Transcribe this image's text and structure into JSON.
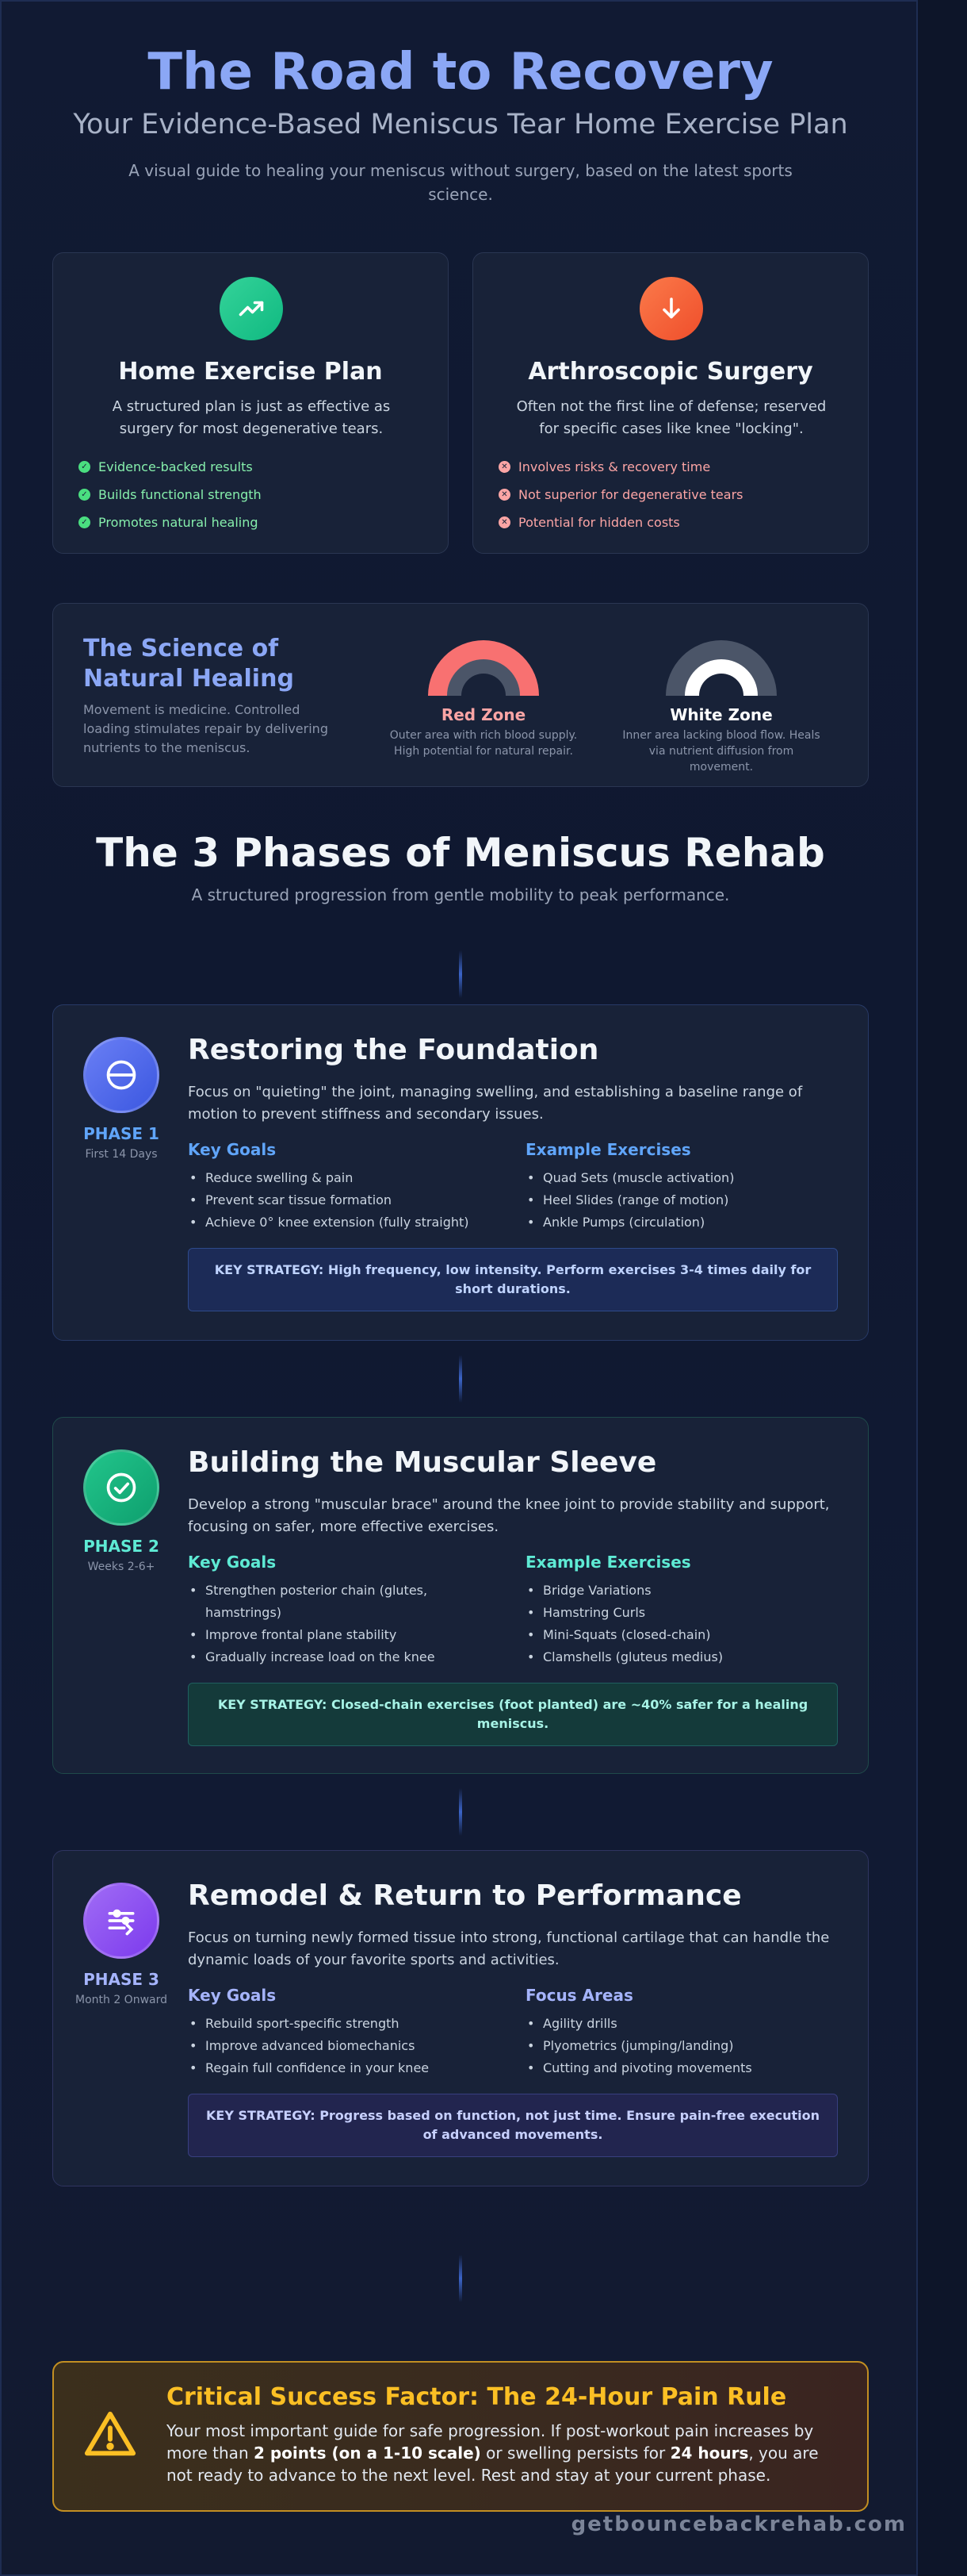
{
  "header": {
    "title": "The Road to Recovery",
    "subtitle": "Your Evidence-Based Meniscus Tear Home Exercise Plan",
    "intro": "A visual guide to healing your meniscus without surgery, based on the latest sports science."
  },
  "comparison": {
    "home": {
      "icon": "trending-up-icon",
      "title": "Home Exercise Plan",
      "description": "A structured plan is just as effective as surgery for most degenerative tears.",
      "points": [
        "Evidence-backed results",
        "Builds functional strength",
        "Promotes natural healing"
      ],
      "color": "#22c58b"
    },
    "surgery": {
      "icon": "arrow-down-icon",
      "title": "Arthroscopic Surgery",
      "description": "Often not the first line of defense; reserved for specific cases like knee \"locking\".",
      "points": [
        "Involves risks & recovery time",
        "Not superior for degenerative tears",
        "Potential for hidden costs"
      ],
      "color": "#f4643c"
    }
  },
  "science": {
    "title": "The Science of Natural Healing",
    "description": "Movement is medicine. Controlled loading stimulates repair by delivering nutrients to the meniscus.",
    "zones": [
      {
        "name": "Red Zone",
        "description": "Outer area with rich blood supply. High potential for natural repair.",
        "color": "#f87171"
      },
      {
        "name": "White Zone",
        "description": "Inner area lacking blood flow. Heals via nutrient diffusion from movement.",
        "color": "#ffffff"
      }
    ]
  },
  "phases_section": {
    "title": "The 3 Phases of Meniscus Rehab",
    "subtitle": "A structured progression from gentle mobility to peak performance."
  },
  "phases": [
    {
      "label": "PHASE 1",
      "when": "First 14 Days",
      "icon": "minus-circle-icon",
      "title": "Restoring the Foundation",
      "description": "Focus on \"quieting\" the joint, managing swelling, and establishing a baseline range of motion to prevent stiffness and secondary issues.",
      "goals_heading": "Key Goals",
      "goals": [
        "Reduce swelling & pain",
        "Prevent scar tissue formation",
        "Achieve 0° knee extension (fully straight)"
      ],
      "exercises_heading": "Example Exercises",
      "exercises": [
        "Quad Sets (muscle activation)",
        "Heel Slides (range of motion)",
        "Ankle Pumps (circulation)"
      ],
      "strategy": "KEY STRATEGY: High frequency, low intensity. Perform exercises 3-4 times daily for short durations.",
      "accent": "#60a5fa"
    },
    {
      "label": "PHASE 2",
      "when": "Weeks 2-6+",
      "icon": "check-circle-icon",
      "title": "Building the Muscular Sleeve",
      "description": "Develop a strong \"muscular brace\" around the knee joint to provide stability and support, focusing on safer, more effective exercises.",
      "goals_heading": "Key Goals",
      "goals": [
        "Strengthen posterior chain (glutes, hamstrings)",
        "Improve frontal plane stability",
        "Gradually increase load on the knee"
      ],
      "exercises_heading": "Example Exercises",
      "exercises": [
        "Bridge Variations",
        "Hamstring Curls",
        "Mini-Squats (closed-chain)",
        "Clamshells (gluteus medius)"
      ],
      "strategy": "KEY STRATEGY: Closed-chain exercises (foot planted) are ~40% safer for a healing meniscus.",
      "accent": "#5eead4"
    },
    {
      "label": "PHASE 3",
      "when": "Month 2 Onward",
      "icon": "sliders-icon",
      "title": "Remodel & Return to Performance",
      "description": "Focus on turning newly formed tissue into strong, functional cartilage that can handle the dynamic loads of your favorite sports and activities.",
      "goals_heading": "Key Goals",
      "goals": [
        "Rebuild sport-specific strength",
        "Improve advanced biomechanics",
        "Regain full confidence in your knee"
      ],
      "exercises_heading": "Focus Areas",
      "exercises": [
        "Agility drills",
        "Plyometrics (jumping/landing)",
        "Cutting and pivoting movements"
      ],
      "strategy": "KEY STRATEGY: Progress based on function, not just time. Ensure pain-free execution of advanced movements.",
      "accent": "#a5b4fc"
    }
  ],
  "critical": {
    "icon": "warning-icon",
    "title": "Critical Success Factor: The 24-Hour Pain Rule",
    "text_1": "Your most important guide for safe progression. If post-workout pain increases by more than ",
    "bold_1": "2 points (on a 1-10 scale)",
    "text_2": " or swelling persists for ",
    "bold_2": "24 hours",
    "text_3": ", you are not ready to advance to the next level. Rest and stay at your current phase."
  },
  "footer": "getbouncebackrehab.com"
}
